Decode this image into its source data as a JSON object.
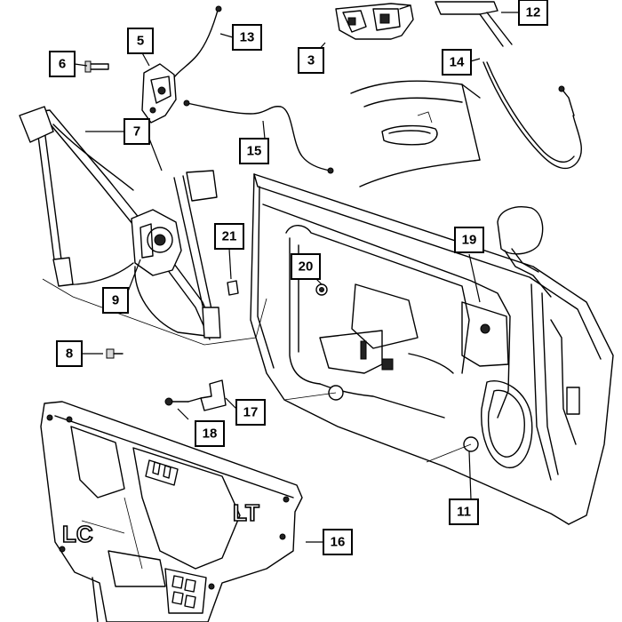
{
  "callouts": [
    {
      "id": "3",
      "label": "3"
    },
    {
      "id": "5",
      "label": "5"
    },
    {
      "id": "6",
      "label": "6"
    },
    {
      "id": "7",
      "label": "7"
    },
    {
      "id": "8",
      "label": "8"
    },
    {
      "id": "9",
      "label": "9"
    },
    {
      "id": "11",
      "label": "11"
    },
    {
      "id": "12",
      "label": "12"
    },
    {
      "id": "13",
      "label": "13"
    },
    {
      "id": "14",
      "label": "14"
    },
    {
      "id": "15",
      "label": "15"
    },
    {
      "id": "16",
      "label": "16"
    },
    {
      "id": "17",
      "label": "17"
    },
    {
      "id": "18",
      "label": "18"
    },
    {
      "id": "19",
      "label": "19"
    },
    {
      "id": "20",
      "label": "20"
    },
    {
      "id": "21",
      "label": "21"
    }
  ],
  "panel_markings": {
    "left": "LC",
    "right": "LT"
  }
}
